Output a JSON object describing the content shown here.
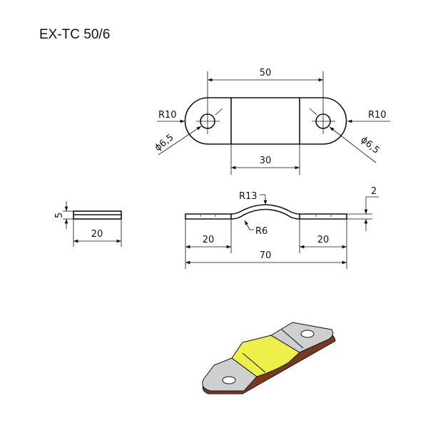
{
  "title": "EX-TC 50/6",
  "top_view": {
    "dim_hole_spacing": "50",
    "dim_center_width": "30",
    "radius_left": "R10",
    "radius_right": "R10",
    "hole_left": "ϕ6,5",
    "hole_right": "ϕ6,5"
  },
  "side_view": {
    "bend_outer_radius": "R13",
    "bend_inner_radius": "R6",
    "thickness": "2",
    "flat_left": "20",
    "flat_right": "20",
    "overall_length": "70"
  },
  "end_view": {
    "height": "5",
    "width": "20"
  },
  "colors": {
    "insulation": "#eef04a",
    "metal": "#c8c8c8",
    "copper": "#7a3a22"
  }
}
